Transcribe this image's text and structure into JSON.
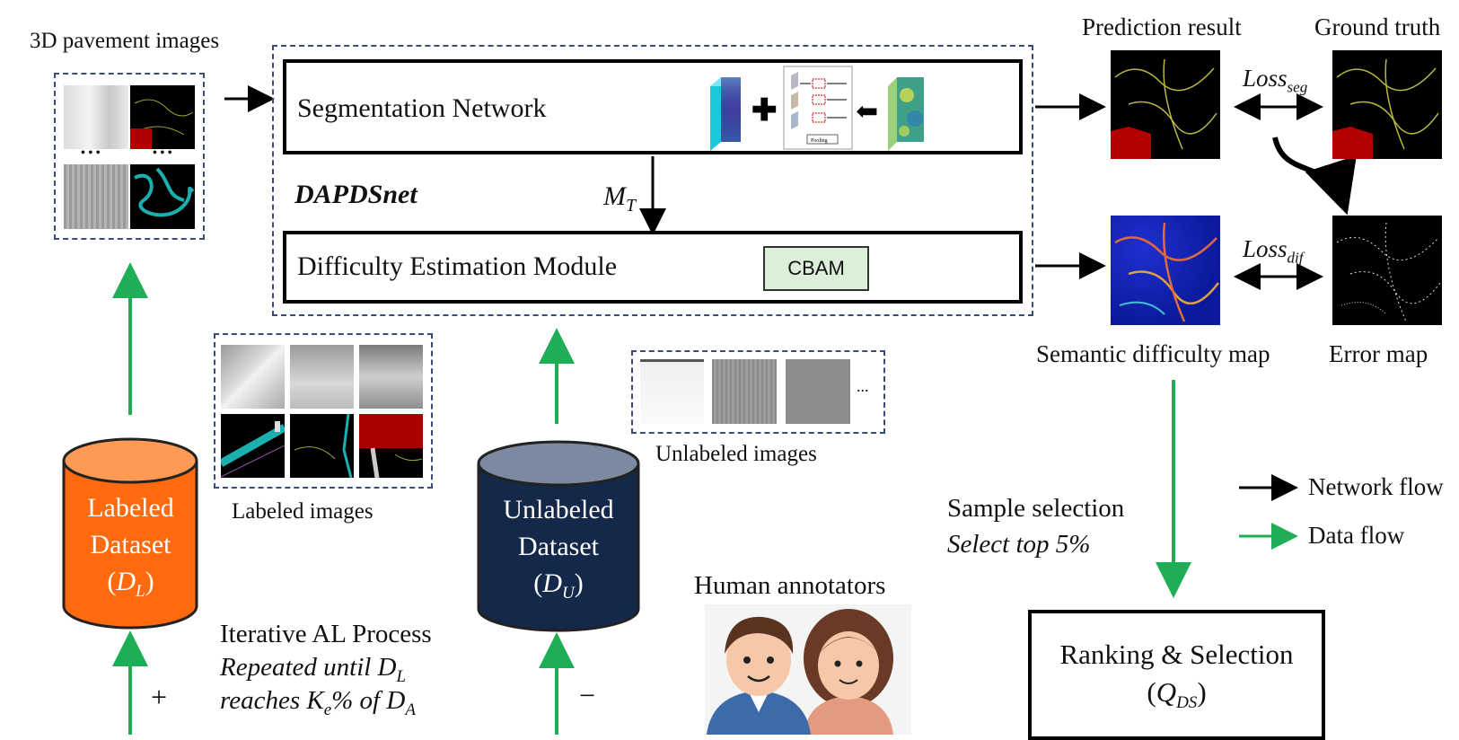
{
  "inputs": {
    "title": "3D pavement images",
    "dots": "• • •"
  },
  "network": {
    "title": "DAPDSnet",
    "seg_label": "Segmentation Network",
    "dem_label": "Difficulty Estimation Module",
    "cbam_label": "CBAM",
    "mt_label": "M",
    "mt_sub": "T",
    "pooling_label": "Pooling"
  },
  "outputs": {
    "prediction_title": "Prediction result",
    "ground_truth_title": "Ground truth",
    "difficulty_title": "Semantic difficulty map",
    "error_title": "Error map",
    "loss_seg": "Loss",
    "loss_seg_sub": "seg",
    "loss_dif": "Loss",
    "loss_dif_sub": "dif"
  },
  "labeled": {
    "images_title": "Labeled images",
    "db_line1": "Labeled",
    "db_line2": "Dataset",
    "db_sym": "D",
    "db_sub": "L",
    "color": "#ff6a0f"
  },
  "unlabeled": {
    "images_title": "Unlabeled images",
    "db_line1": "Unlabeled",
    "db_line2": "Dataset",
    "db_sym": "D",
    "db_sub": "U",
    "color": "#14284a",
    "ellipsis": "..."
  },
  "annotators": {
    "title": "Human annotators"
  },
  "process": {
    "title": "Iterative AL Process",
    "line2_a": "Repeated until D",
    "line2_sub": "L",
    "line3_a": "reaches K",
    "line3_sub1": "e",
    "line3_b": "% of D",
    "line3_sub2": "A",
    "plus": "+",
    "minus": "−"
  },
  "selection": {
    "title": "Sample selection",
    "rule": "Select top 5%"
  },
  "ranking": {
    "title": "Ranking & Selection",
    "sym": "Q",
    "sub": "DS"
  },
  "legend": {
    "network_flow": "Network flow",
    "data_flow": "Data flow"
  },
  "colors": {
    "data_flow": "#1fae55",
    "network_flow": "#000000",
    "dashed_border": "#3b4a7a",
    "cbam_fill": "#dcefd8"
  }
}
